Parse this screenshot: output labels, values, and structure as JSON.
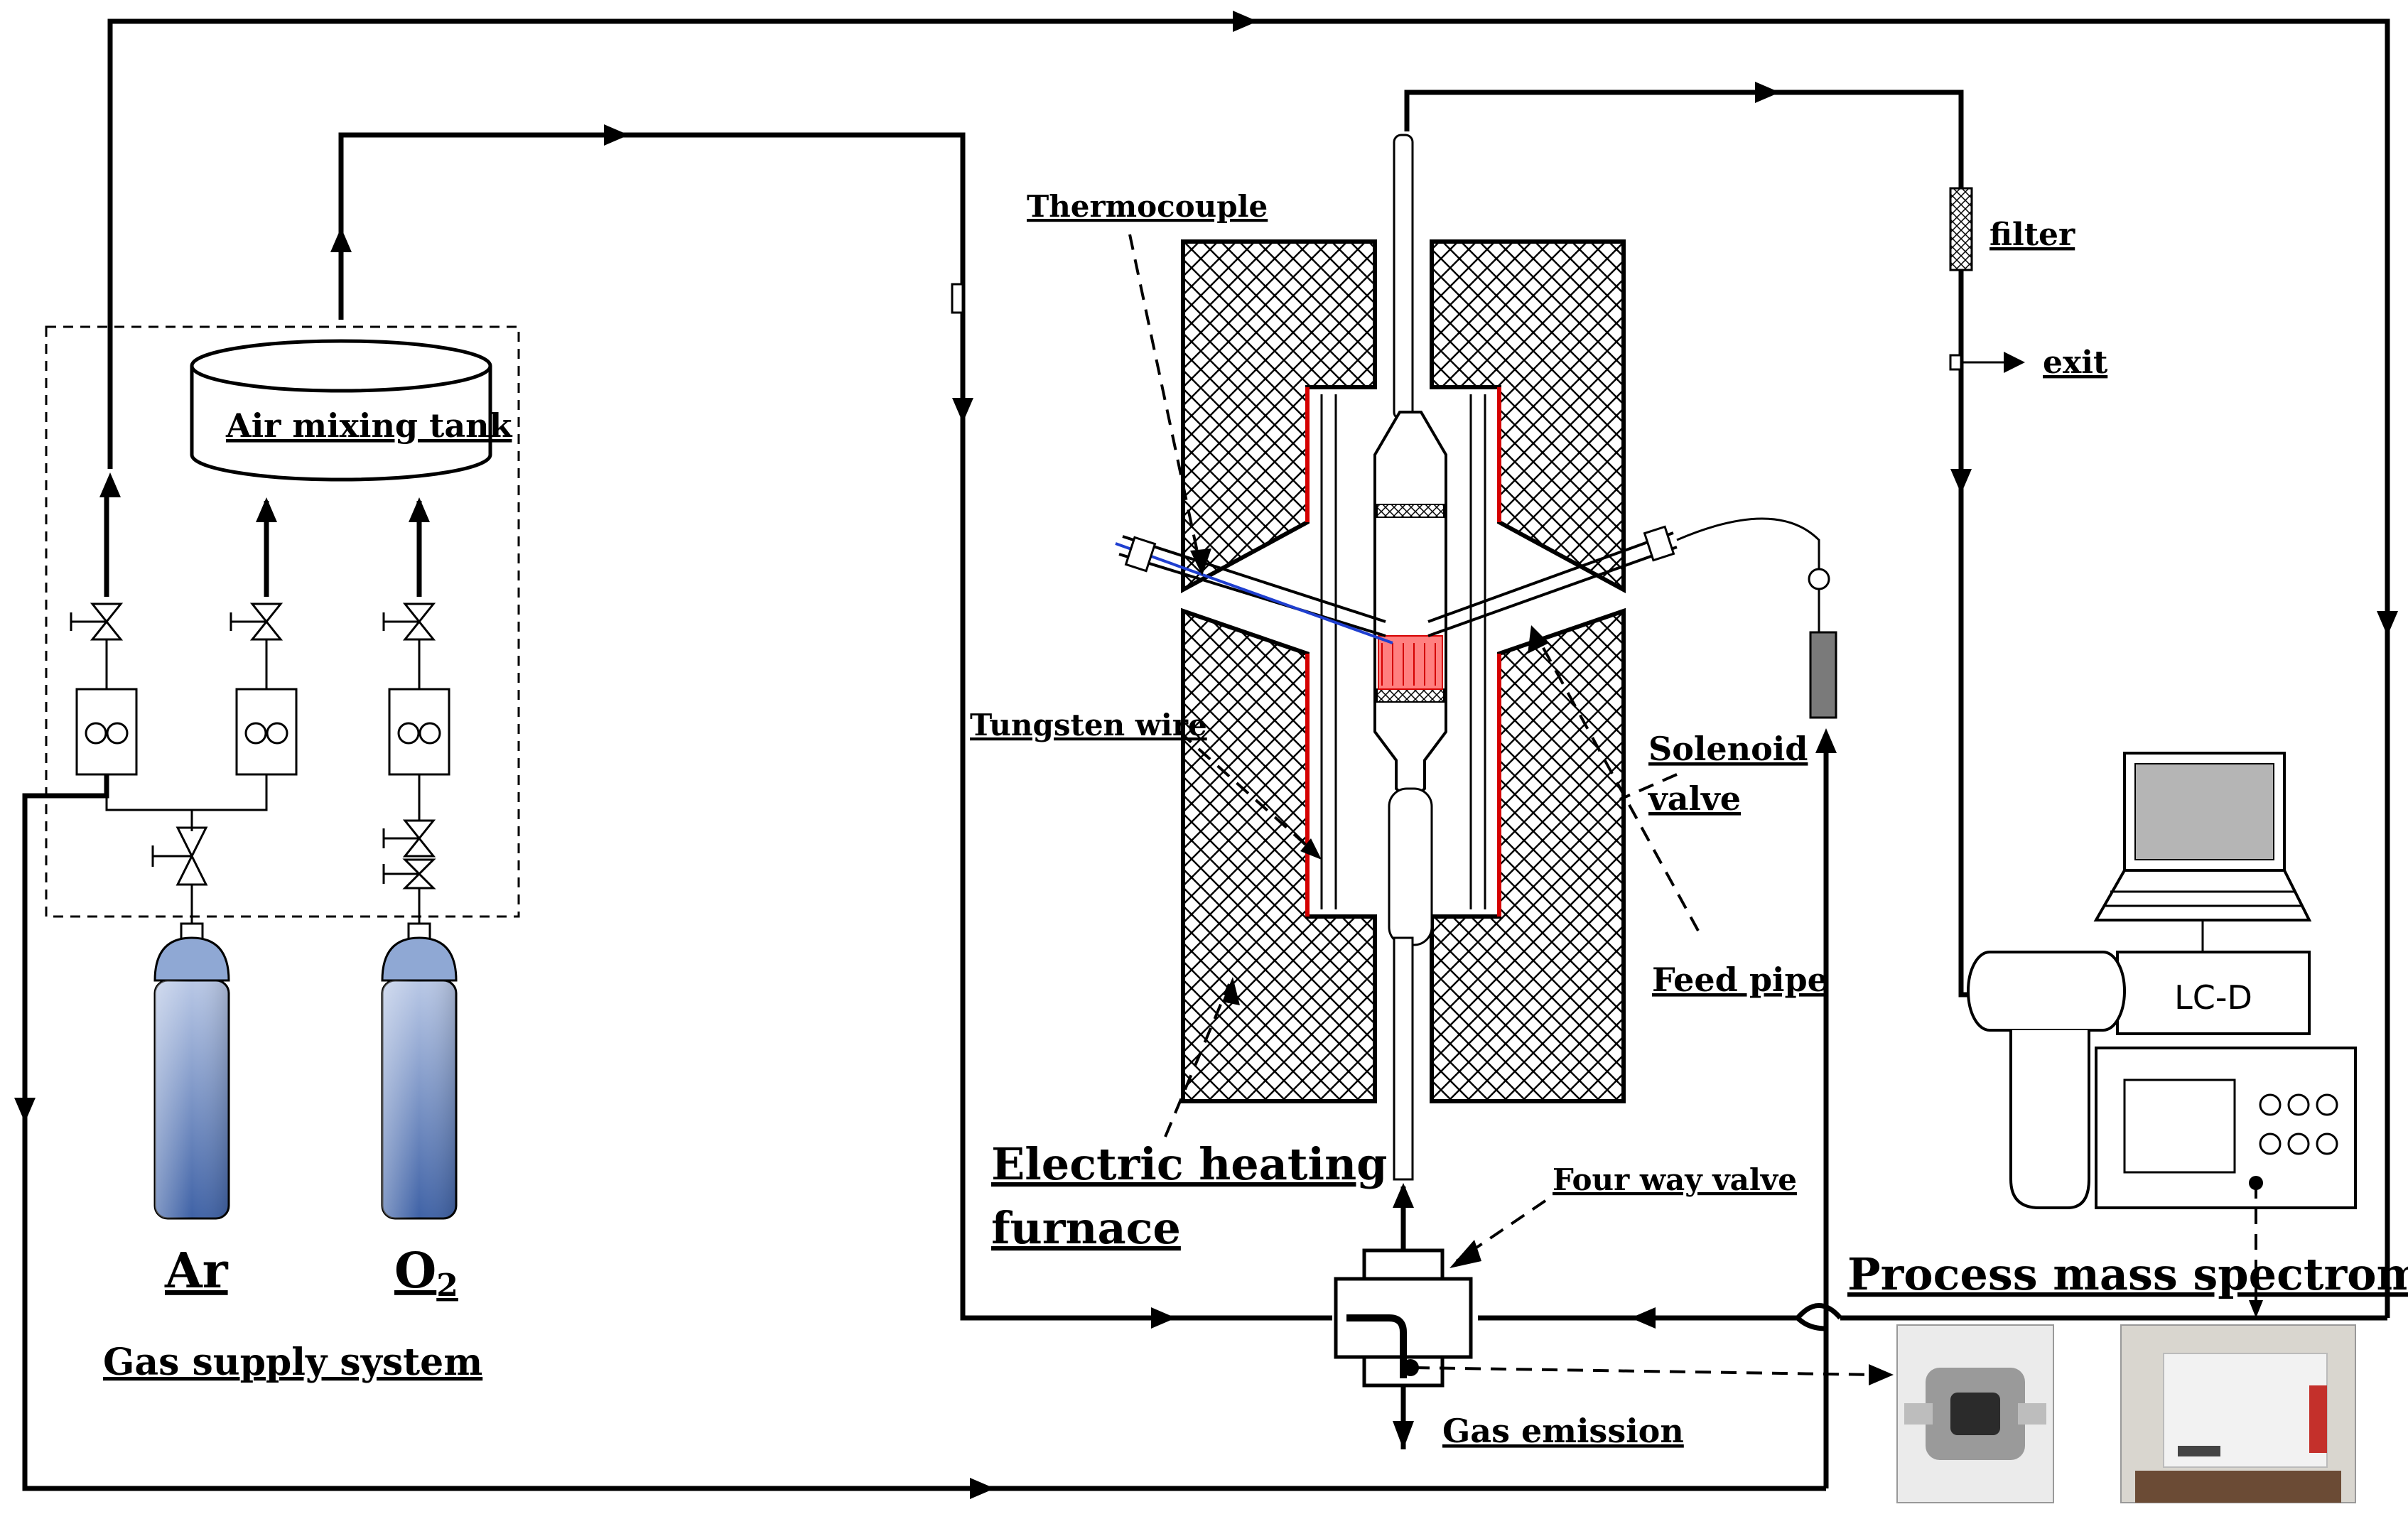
{
  "labels": {
    "thermocouple": "Thermocouple",
    "filter": "filter",
    "exit": "exit",
    "air_mixing_tank": "Air mixing tank",
    "tungsten_wire": "Tungsten wire",
    "solenoid_valve_line1": "Solenoid",
    "solenoid_valve_line2": "valve",
    "feed_pipe": "Feed pipe",
    "electric_heating_furnace_line1": "Electric heating",
    "electric_heating_furnace_line2": "furnace",
    "four_way_valve": "Four way valve",
    "process_mass_spectrometer": "Process mass spectrometer",
    "gas_emission": "Gas emission",
    "gas_supply_system": "Gas supply system",
    "ar": "Ar",
    "o2_main": "O",
    "o2_sub": "2",
    "lcd": "LC-D"
  },
  "colors": {
    "cylinder_top": "#8fa8d4",
    "cylinder_bottom": "#3f62a6",
    "heater_red": "#d40000",
    "thermocouple_blue": "#1f3fd0",
    "hatch": "#000000"
  }
}
